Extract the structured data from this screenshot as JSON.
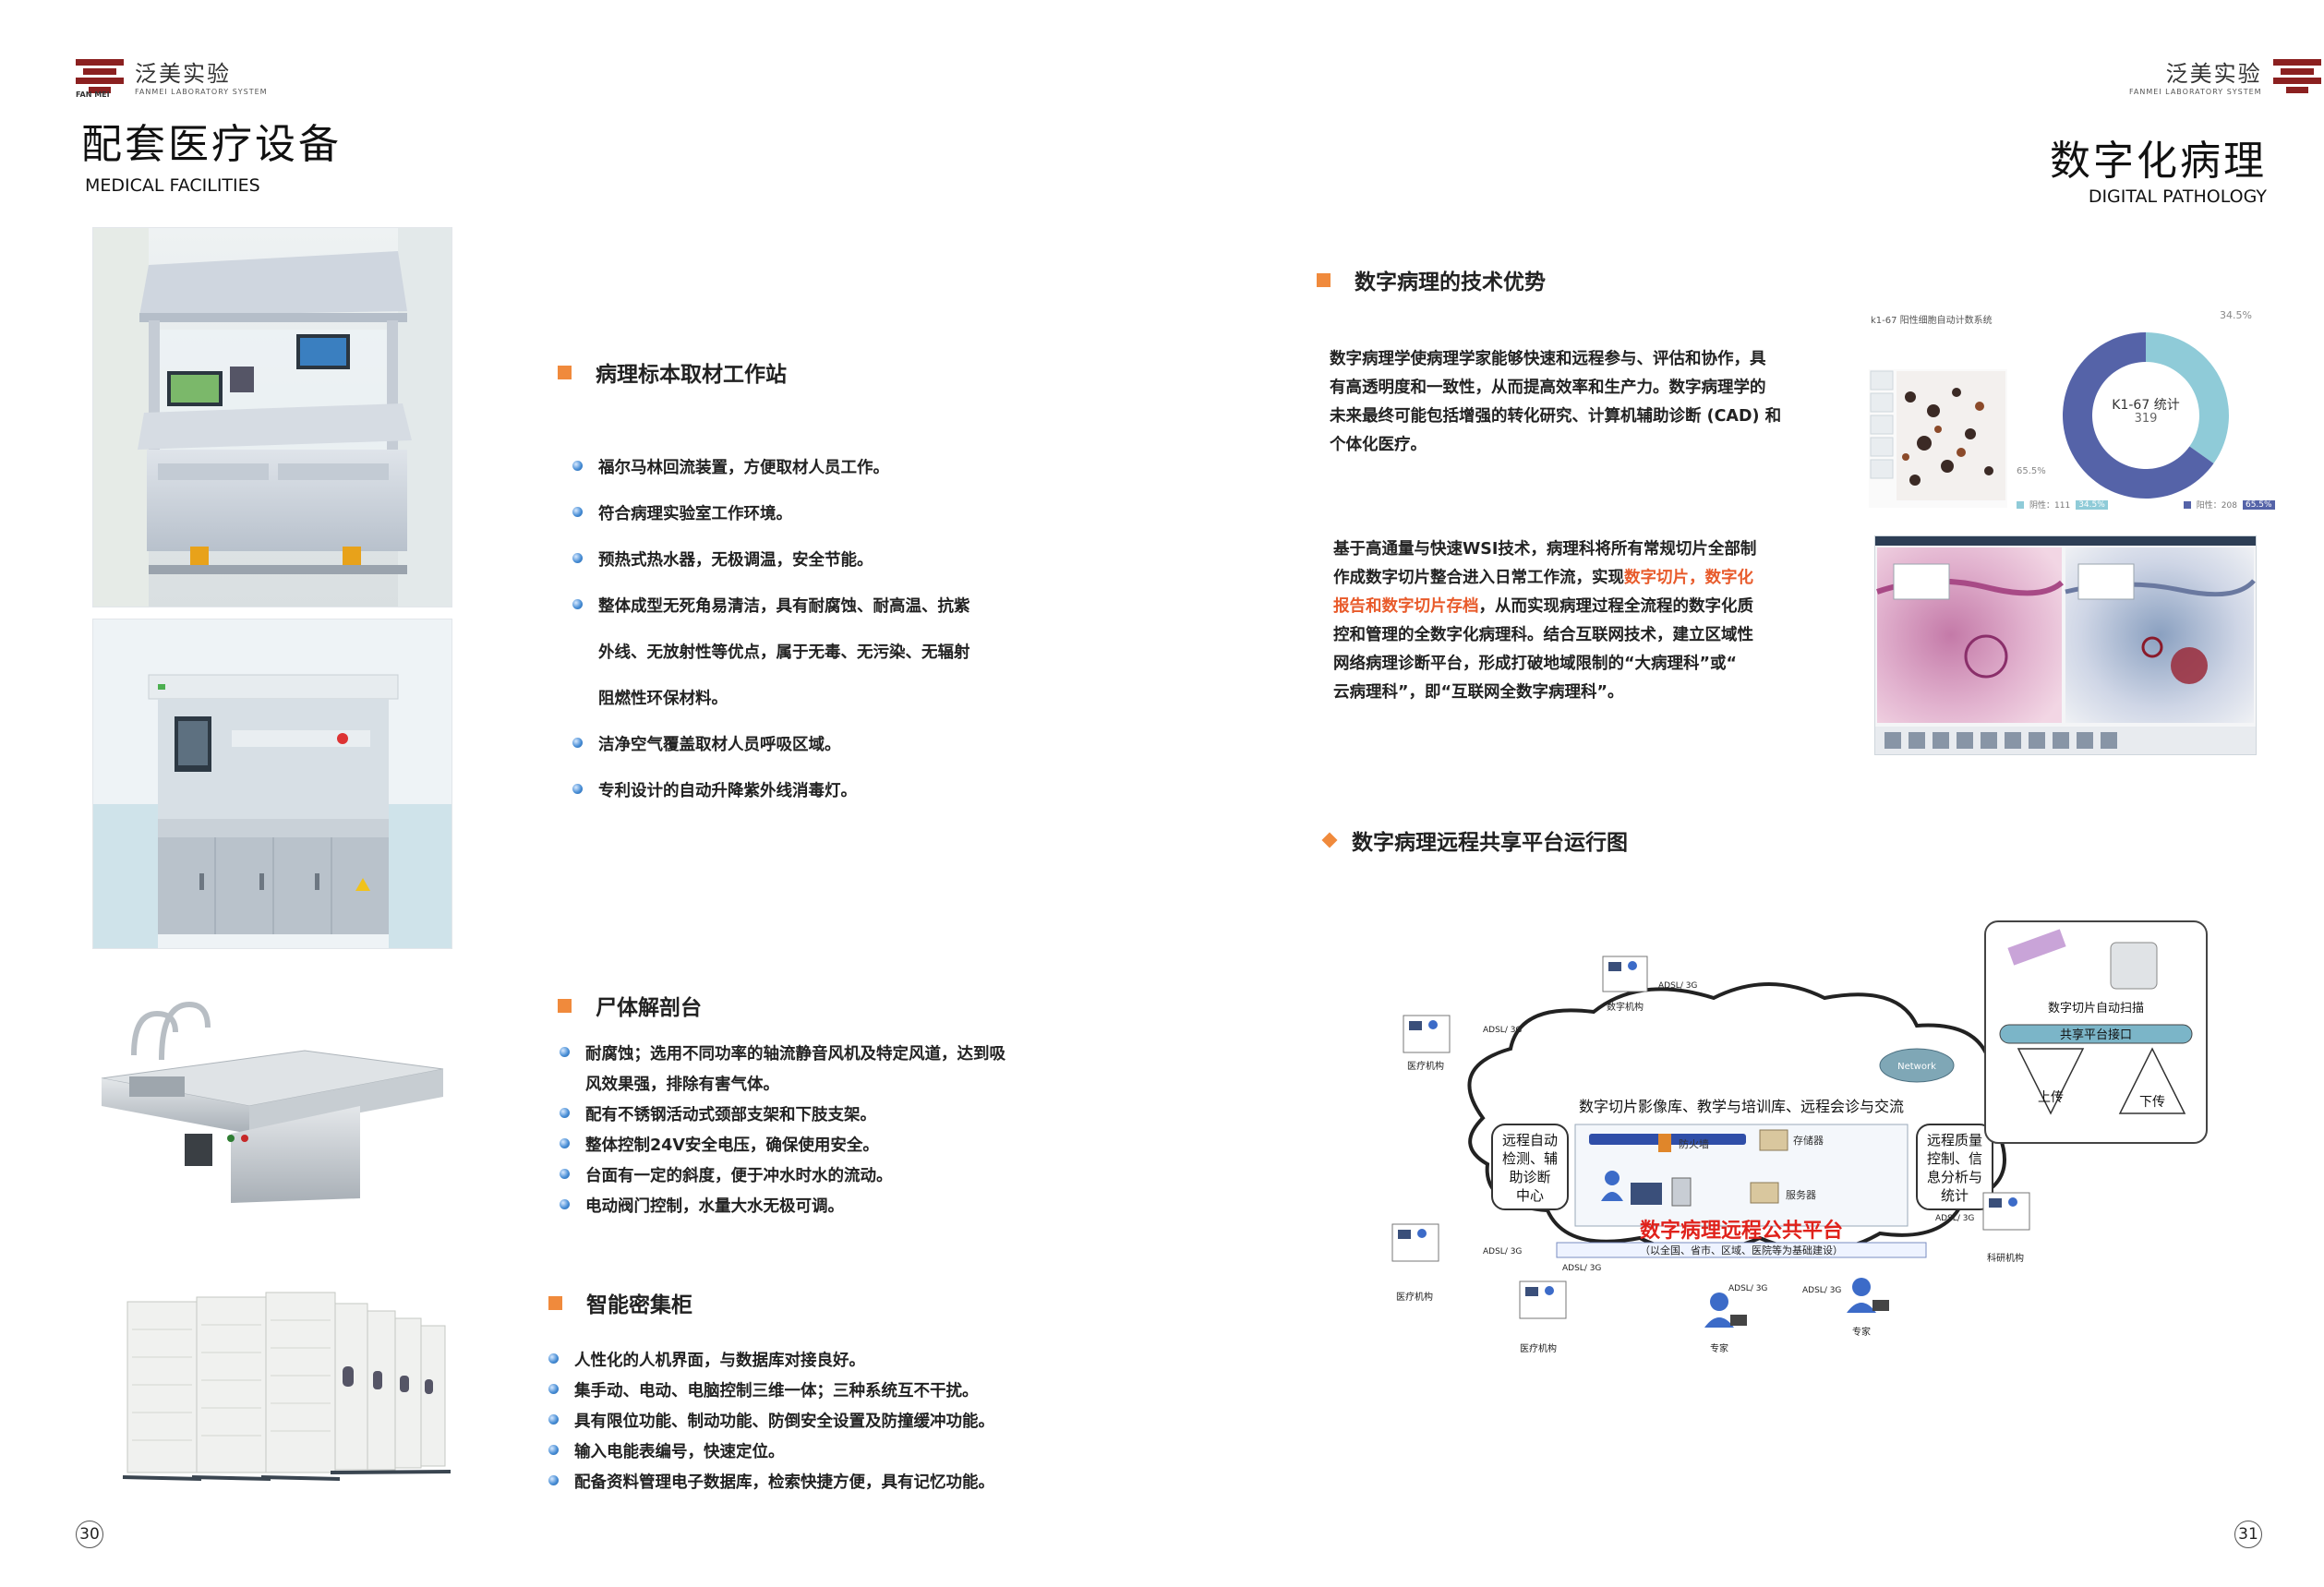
{
  "brand": {
    "name_cn": "泛美实验",
    "name_en_left": "FAN MEI",
    "tagline_en": "FANMEI LABORATORY SYSTEM",
    "color_mark": "#8b2020"
  },
  "left": {
    "title_cn": "配套医疗设备",
    "title_en": "MEDICAL FACILITIES",
    "page_number": "30",
    "sections": [
      {
        "title": "病理标本取材工作站",
        "bullets": [
          "福尔马林回流装置，方便取材人员工作。",
          "符合病理实验室工作环境。",
          "预热式热水器，无极调温，安全节能。",
          "整体成型无死角易清洁，具有耐腐蚀、耐高温、抗紫",
          "外线、无放射性等优点，属于无毒、无污染、无辐射",
          "阻燃性环保材料。",
          "洁净空气覆盖取材人员呼吸区域。",
          "专利设计的自动升降紫外线消毒灯。"
        ]
      },
      {
        "title": "尸体解剖台",
        "bullets": [
          "耐腐蚀；选用不同功率的轴流静音风机及特定风道，达到吸",
          "风效果强，排除有害气体。",
          "配有不锈钢活动式颈部支架和下肢支架。",
          "整体控制24V安全电压，确保使用安全。",
          "台面有一定的斜度，便于冲水时水的流动。",
          "电动阀门控制，水量大水无极可调。"
        ]
      },
      {
        "title": "智能密集柜",
        "bullets": [
          "人性化的人机界面，与数据库对接良好。",
          "集手动、电动、电脑控制三维一体；三种系统互不干扰。",
          "具有限位功能、制动功能、防倒安全设置及防撞缓冲功能。",
          "输入电能表编号，快速定位。",
          "配备资料管理电子数据库，检索快捷方便，具有记忆功能。"
        ]
      }
    ]
  },
  "right": {
    "title_cn": "数字化病理",
    "title_en": "DIGITAL PATHOLOGY",
    "page_number": "31",
    "sec1_title": "数字病理的技术优势",
    "para1": [
      "数字病理学使病理学家能够快速和远程参与、评估和协作，具",
      "有高透明度和一致性，从而提高效率和生产力。数字病理学的",
      "未来最终可能包括增强的转化研究、计算机辅助诊断 (CAD) 和",
      "个体化医疗。"
    ],
    "para2": {
      "l1": "基于高通量与快速WSI技术，病理科将所有常规切片全部制",
      "l2a": "作成数字切片整合进入日常工作流，实现",
      "l2red": "数字切片，数字化",
      "l3red": "报告和数字切片存档",
      "l3b": "，从而实现病理过程全流程的数字化质",
      "l4": "控和管理的全数字化病理科。结合互联网技术，建立区域性",
      "l5": "网络病理诊断平台，形成打破地域限制的“大病理科”或“",
      "l6": "云病理科”，即“互联网全数字病理科”。"
    },
    "sec2_title": "数字病理远程共享平台运行图",
    "ki67": {
      "title": "k1-67 阳性细胞自动计数系统",
      "center_label": "K1-67 统计",
      "center_value": "319",
      "pct_top": "34.5%",
      "pct_bottom": "65.5%",
      "legend_neg": "阴性：111",
      "legend_neg_pct": "34.5%",
      "legend_pos": "阳性：208",
      "legend_pos_pct": "65.5%",
      "chart_data": {
        "type": "pie",
        "categories": [
          "阴性",
          "阳性"
        ],
        "values": [
          111,
          208
        ]
      },
      "colors": {
        "pos": "#5563a8",
        "neg": "#8fcbd8"
      }
    },
    "diagram": {
      "cloud_title": "数字切片影像库、教学与培训库、远程会诊与交流",
      "left_box": [
        "远程自动",
        "检测、辅",
        "助诊断",
        "中心"
      ],
      "right_box": [
        "远程质量",
        "控制、信",
        "息分析与",
        "统计"
      ],
      "platform": "数字病理远程公共平台",
      "platform_sub": "（以全国、省市、区域、医院等为基础建设）",
      "firewall": "防火墙",
      "storage": "存储器",
      "server": "服务器",
      "scanner": "数字切片自动扫描",
      "share": "共享平台接口",
      "upload": "上传",
      "download": "下传",
      "network": "Network",
      "adsl": "ADSL/ 3G",
      "digital_org": "数字机构",
      "medical_org": "医疗机构",
      "research_org": "科研机构",
      "expert": "专家"
    }
  }
}
